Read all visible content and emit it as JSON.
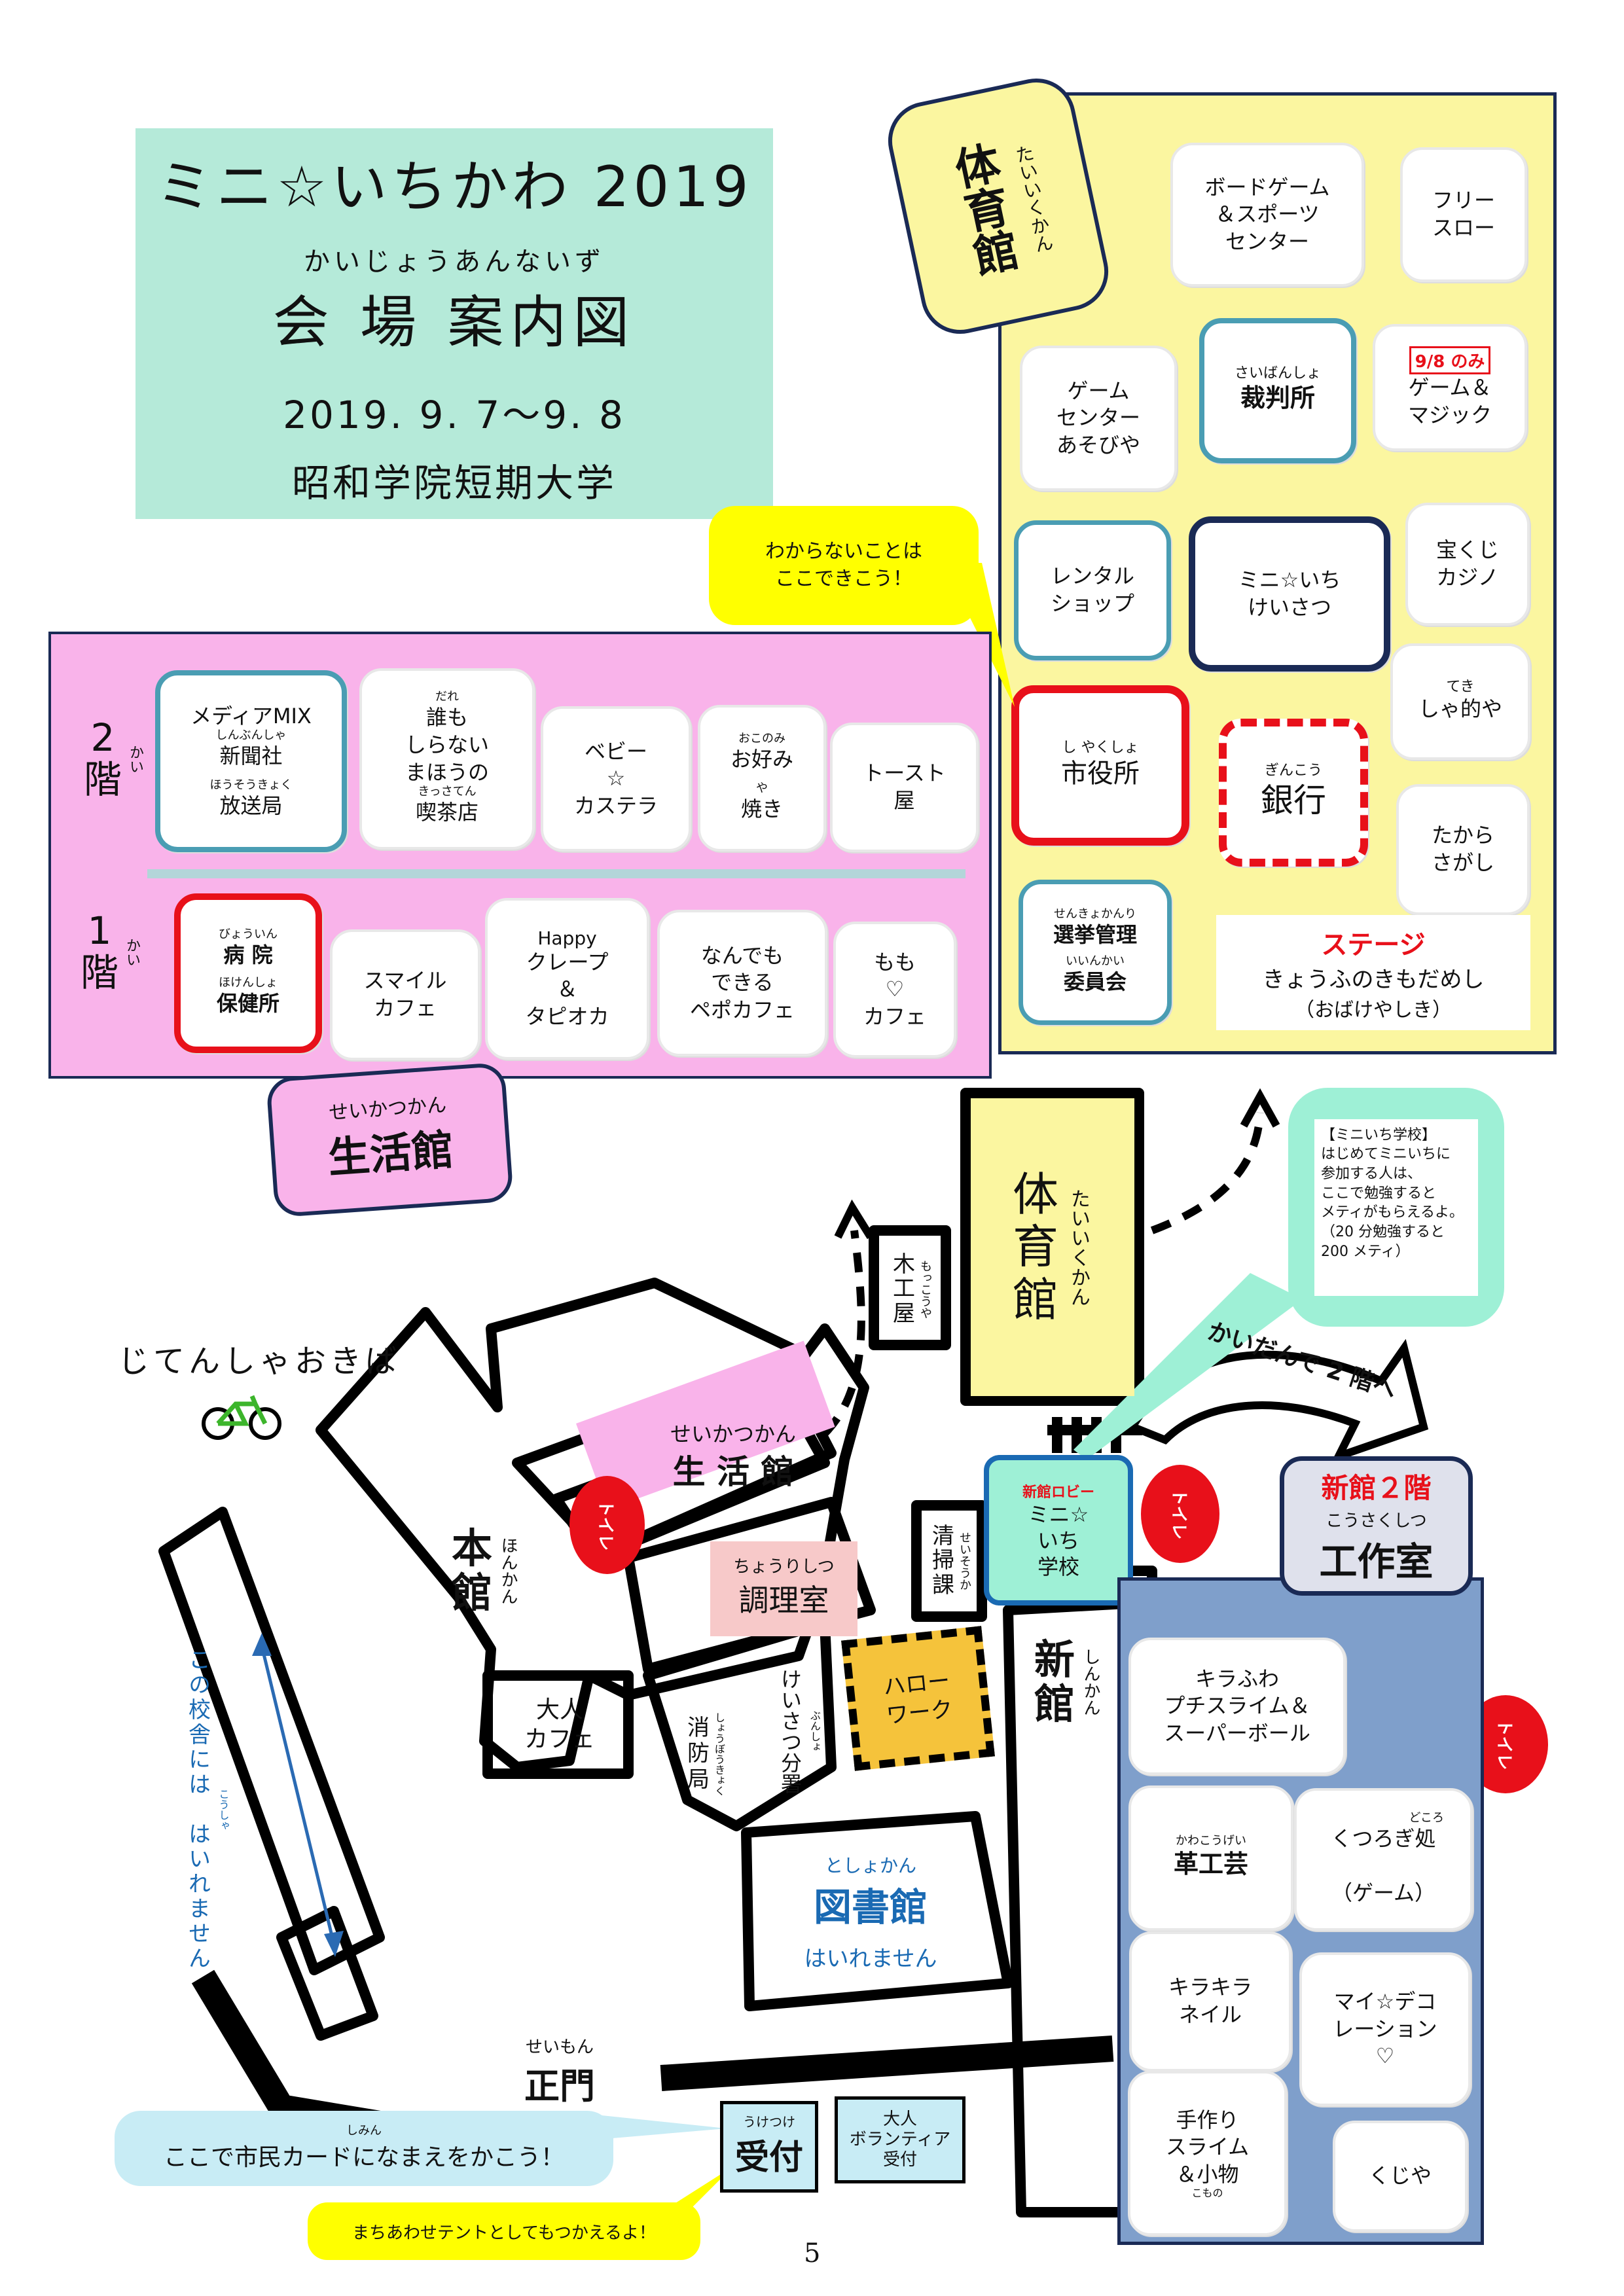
{
  "title": {
    "main": "ミニ☆いちかわ 2019",
    "subtitle_ruby": "かいじょうあんないず",
    "subtitle": "会 場 案内図",
    "dates": "2019. 9. 7～9. 8",
    "venue": "昭和学院短期大学"
  },
  "callouts": {
    "ask_here": "わからないことは\nここできこう！",
    "school": "【ミニいち学校】\nはじめてミニいちに\n参加する人は、\nここで勉強すると\nメティがもらえるよ。\n（20 分勉強すると\n200 メティ）",
    "citizen_card_ruby": "しみん",
    "citizen_card": "ここで市民カードになまえをかこう！",
    "meeting_tent": "まちあわせテントとしてもつかえるよ！"
  },
  "gym": {
    "label_ruby": "たいいくかん",
    "label": "体育館",
    "booths": {
      "boardgame": "ボードゲーム\n＆スポーツ\nセンター",
      "freethrow": "フリー\nスロー",
      "gamecenter": "ゲーム\nセンター\nあそびや",
      "court_ruby": "さいばんしょ",
      "court": "裁判所",
      "magic_tag": "9/8 のみ",
      "magic": "ゲーム＆\nマジック",
      "rental": "レンタル\nショップ",
      "police": "ミニ☆いち\nけいさつ",
      "lottery": "宝くじ\nカジノ",
      "shateki_ruby": "てき",
      "shateki": "しゃ的や",
      "cityhall_ruby": "し やくしょ",
      "cityhall": "市役所",
      "bank_ruby": "ぎんこう",
      "bank": "銀行",
      "treasure": "たから\nさがし",
      "election_ruby": "せんきょかんり",
      "election1": "選挙管理",
      "election2_ruby": "いいんかい",
      "election2": "委員会",
      "stage_title": "ステージ",
      "stage_line1": "きょうふのきもだめし",
      "stage_line2": "（おばけやしき）"
    }
  },
  "seikatsu": {
    "floor2": "2\n階",
    "floor2_ruby": "かい",
    "floor1": "1\n階",
    "floor1_ruby": "かい",
    "booths2": {
      "media_title": "メディアMIX",
      "media_ruby1": "しんぶんしゃ",
      "media_line1": "新聞社",
      "media_ruby2": "ほうそうきょく",
      "media_line2": "放送局",
      "cafe_ruby": "だれ",
      "cafe_text": "誰も\nしらない\nまほうの",
      "cafe_ruby2": "きっさてん",
      "cafe_last": "喫茶店",
      "baby": "ベビー\n☆\nカステラ",
      "okonomi_ruby": "おこのみ",
      "okonomi1": "お好み",
      "okonomi_ruby2": "や",
      "okonomi2": "焼き",
      "toast": "トースト\n屋"
    },
    "booths1": {
      "hospital_ruby1": "びょういん",
      "hospital_line1": "病 院",
      "hospital_ruby2": "ほけんしょ",
      "hospital_line2": "保健所",
      "smile": "スマイル\nカフェ",
      "happy_en": "Happy",
      "happy": "クレープ\n＆\nタピオカ",
      "pepo": "なんでも\nできる\nペポカフェ",
      "momo": "もも\n♡\nカフェ"
    },
    "label_ruby": "せいかつかん",
    "label": "生活館"
  },
  "campus": {
    "bike": "じてんしゃおきば",
    "honkan_ruby": "ほんかん",
    "honkan": "本\n館",
    "seikatsu_ruby": "せいかつかん",
    "seikatsu": "生 活 館",
    "toilet": "トイレ",
    "cooking_ruby": "ちょうりしつ",
    "cooking": "調理室",
    "cleaning_ruby": "せいそうか",
    "cleaning": "清\n掃\n課",
    "mokko_ruby": "もっこうや",
    "mokko": "木\n工\n屋",
    "gym_ruby": "たいいくかん",
    "gym": "体\n育\n館",
    "shinkan_ruby": "しんかん",
    "shinkan": "新\n館",
    "lobby_tag": "新館ロビー",
    "lobby": "ミニ☆\nいち\n学校",
    "stairs": "かいだんで 2 階へ",
    "adult_cafe": "大人\nカフェ",
    "fire_ruby": "しょうぼうきょく",
    "fire": "消\n防\n局",
    "police_ruby": "ぶんしょ",
    "police": "けいさつ分署",
    "hellowork": "ハロー\nワーク",
    "library_ruby": "としょかん",
    "library": "図書館",
    "library_note": "はいれません",
    "no_entry_ruby": "こうしゃ",
    "no_entry": "この校舎には　はいれません",
    "gate_ruby": "せいもん",
    "gate": "正門",
    "reception_ruby": "うけつけ",
    "reception": "受付",
    "volunteer": "大人\nボランティア\n受付"
  },
  "shinkan2": {
    "header": "新館２階",
    "room_ruby": "こうさくしつ",
    "room": "工作室",
    "booths": {
      "slime": "キラふわ\nプチスライム＆\nスーパーボール",
      "leather_ruby": "かわこうげい",
      "leather": "革工芸",
      "rest_ruby": "どころ",
      "rest": "くつろぎ処\n\n（ゲーム）",
      "nail": "キラキラ\nネイル",
      "deco": "マイ☆デコ\nレーション\n♡",
      "handmade_ruby": "こもの",
      "handmade": "手作り\nスライム\n＆小物",
      "kuji": "くじや"
    }
  },
  "page_number": "5",
  "colors": {
    "title_bg": "#b5ead9",
    "gym_bg": "#fbf6a0",
    "seikatsu_bg": "#f9b3ea",
    "shinkan_bg": "#7f9fcb",
    "toilet": "#e8101a",
    "mint": "#9ef0d6",
    "yellow": "#ffff00",
    "cooking": "#f7c9c9",
    "hellowork": "#f5c33b"
  }
}
